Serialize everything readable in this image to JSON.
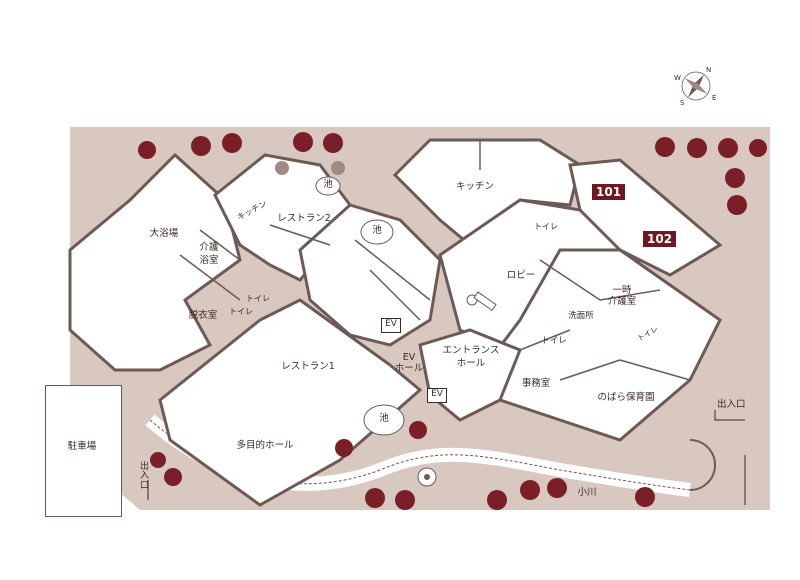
{
  "colors": {
    "ground": "#d8c8c0",
    "wall": "#6b5a55",
    "wall_fill": "#ffffff",
    "tree": "#7a1f28",
    "badge": "#6b1a1f",
    "text": "#3a2a28"
  },
  "compass": {
    "n": "N",
    "s": "S",
    "e": "E",
    "w": "W"
  },
  "rooms": {
    "kitchen_main": "キッチン",
    "kitchen_small": "キッチン",
    "restaurant2": "レストラン2",
    "restaurant1": "レストラン1",
    "pond1": "池",
    "pond2": "池",
    "pond3": "池",
    "large_bath": "大浴場",
    "care_bath_1": "介護",
    "care_bath_2": "浴室",
    "dressing": "脱衣室",
    "toilet1": "トイレ",
    "toilet2": "トイレ",
    "toilet3": "トイレ",
    "toilet4": "トイレ",
    "toilet5": "トイレ",
    "lobby": "ロビー",
    "temp_care_1": "一時",
    "temp_care_2": "介護室",
    "washroom": "洗面所",
    "entrance_hall_1": "エントランス",
    "entrance_hall_2": "ホール",
    "ev_hall_1": "EV",
    "ev_hall_2": "ホール",
    "office": "事務室",
    "nursery": "のばら保育園",
    "multipurpose": "多目的ホール",
    "parking": "駐車場",
    "exit_left": "出入口",
    "exit_right": "出入口",
    "stream": "小川",
    "ev1": "EV",
    "ev2": "EV",
    "room101": "101",
    "room102": "102"
  }
}
